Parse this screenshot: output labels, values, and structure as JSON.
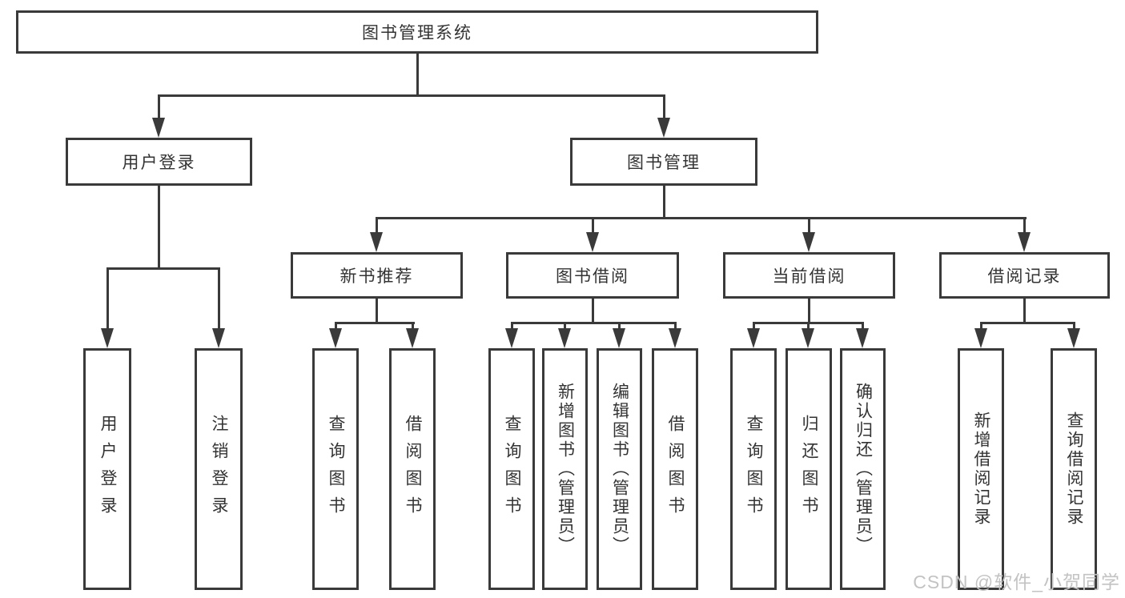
{
  "theme": {
    "line": "#3a3a3a",
    "text": "#333333",
    "bg": "#ffffff",
    "wm": "#c3c3c3"
  },
  "tree": {
    "root": {
      "label": "图书管理系统",
      "children": [
        {
          "label": "用户登录",
          "children": [
            {
              "label": "用户登录"
            },
            {
              "label": "注销登录"
            }
          ]
        },
        {
          "label": "图书管理",
          "children": [
            {
              "label": "新书推荐",
              "children": [
                {
                  "label": "查询图书"
                },
                {
                  "label": "借阅图书"
                }
              ]
            },
            {
              "label": "图书借阅",
              "children": [
                {
                  "label": "查询图书"
                },
                {
                  "label": "新增图书（管理员）"
                },
                {
                  "label": "编辑图书（管理员）"
                },
                {
                  "label": "借阅图书"
                }
              ]
            },
            {
              "label": "当前借阅",
              "children": [
                {
                  "label": "查询图书"
                },
                {
                  "label": "归还图书"
                },
                {
                  "label": "确认归还（管理员）"
                }
              ]
            },
            {
              "label": "借阅记录",
              "children": [
                {
                  "label": "新增借阅记录"
                },
                {
                  "label": "查询借阅记录"
                }
              ]
            }
          ]
        }
      ]
    }
  },
  "watermark": {
    "text": "CSDN @软件_小贺同学"
  }
}
